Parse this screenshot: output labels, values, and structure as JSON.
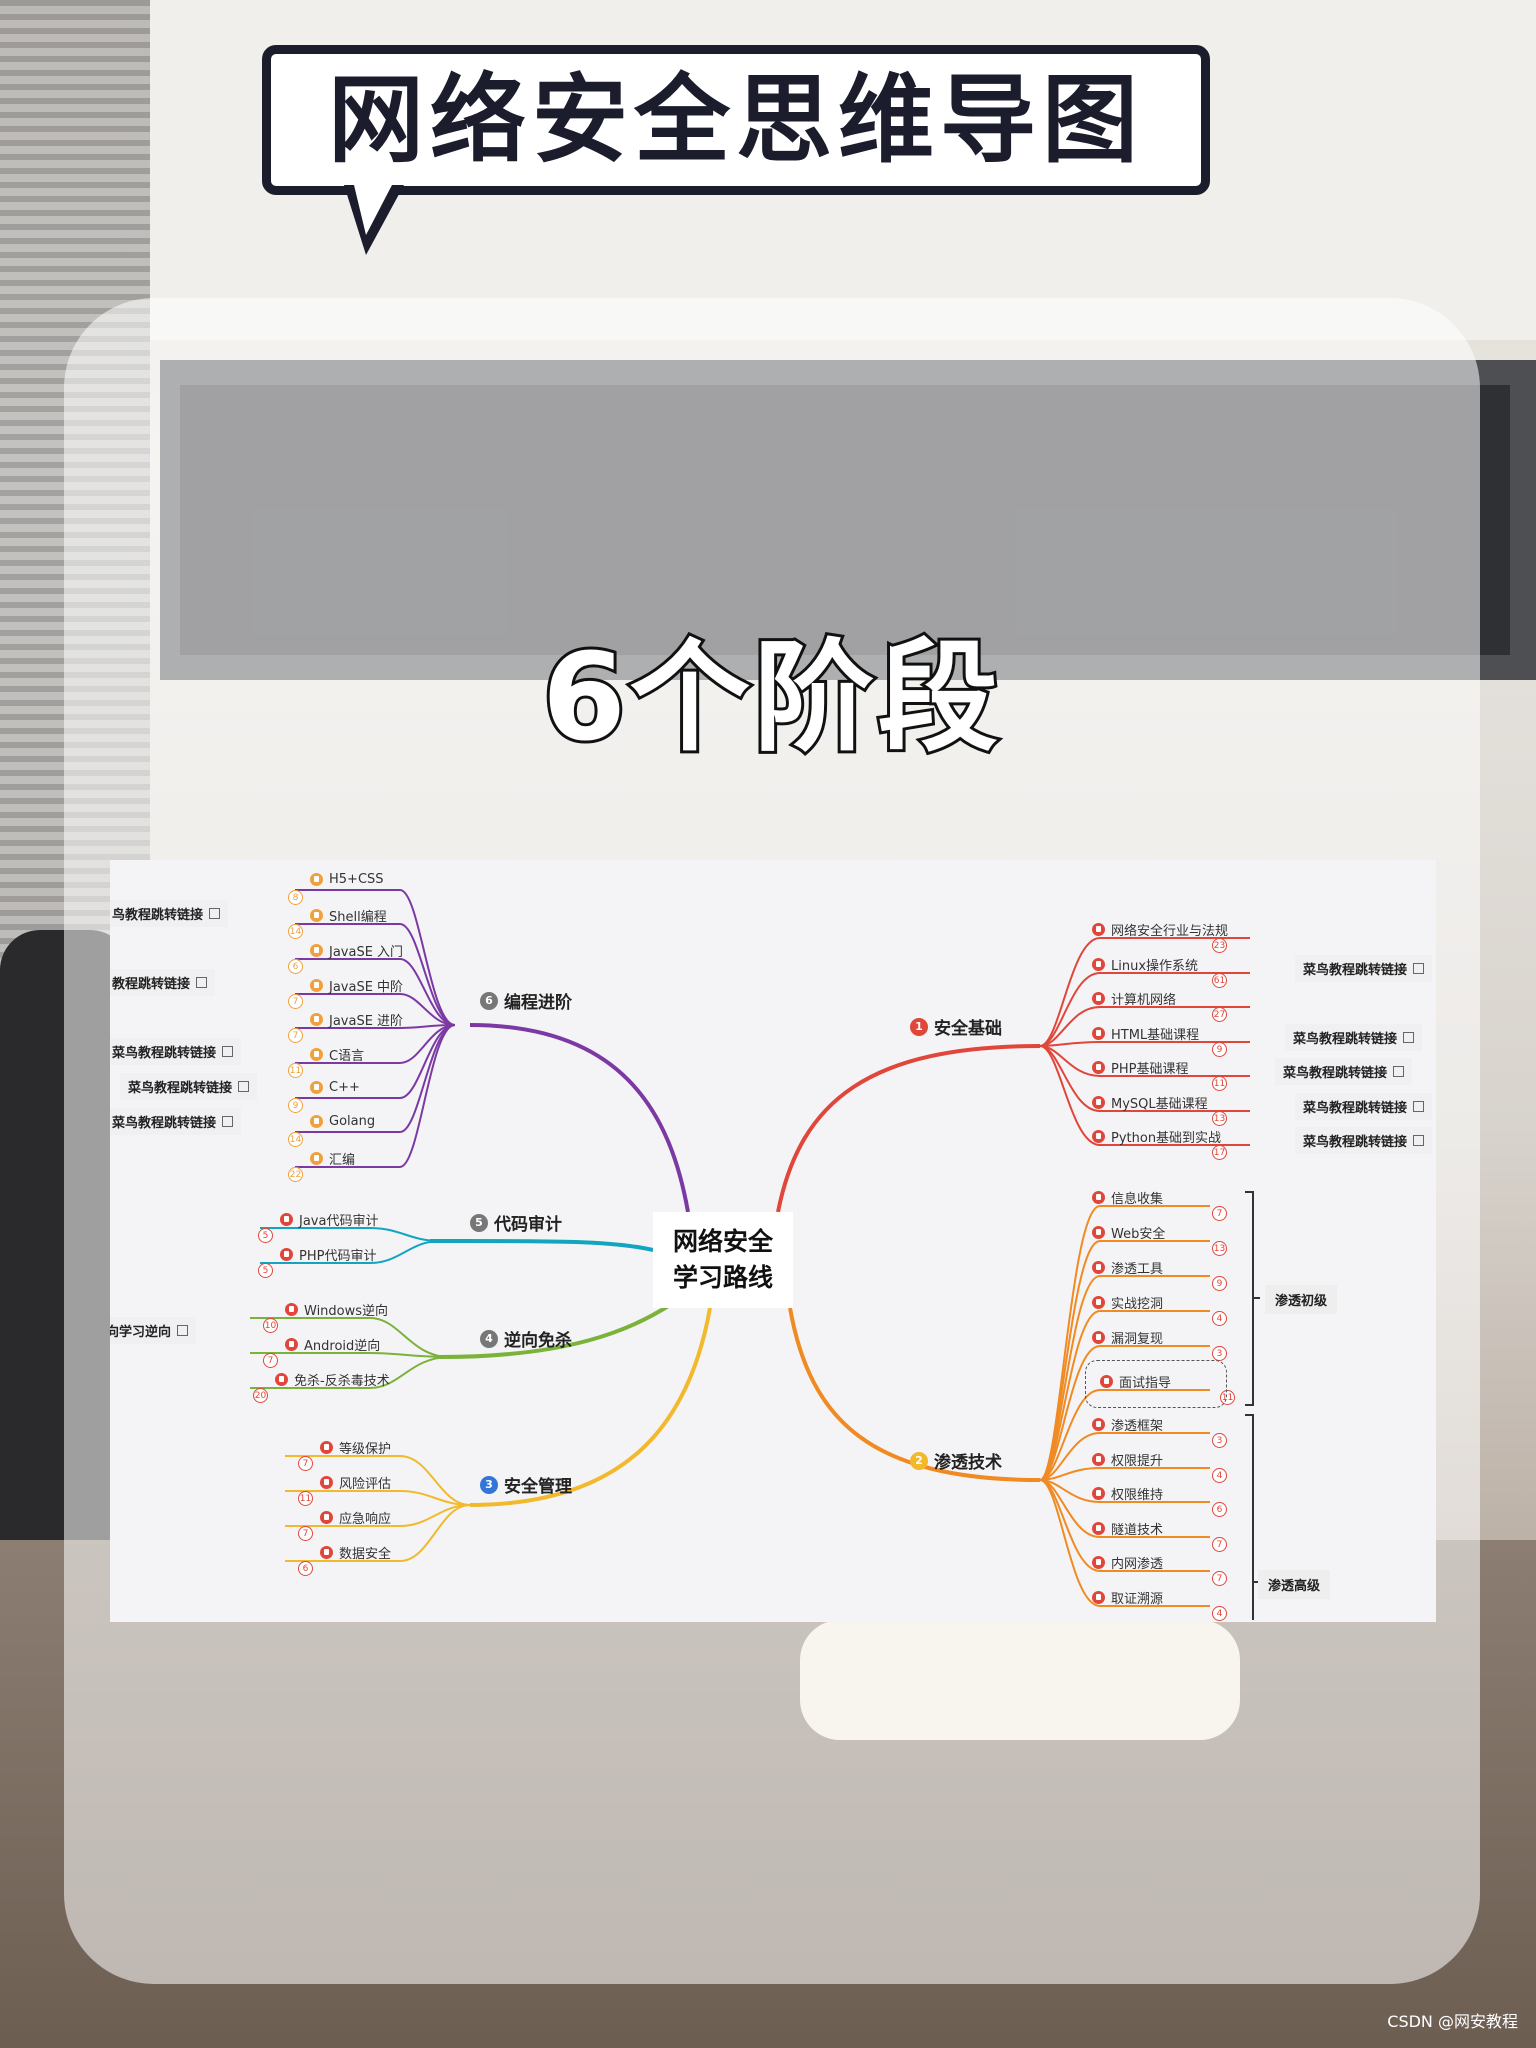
{
  "header": {
    "title": "网络安全思维导图"
  },
  "stage_title": "6个阶段",
  "watermark": "CSDN @网安教程",
  "colors": {
    "programming": "#7b3aa3",
    "code_audit": "#13a5c0",
    "reverse": "#7ab23a",
    "management": "#f2b92d",
    "penetration": "#f08a23",
    "basics": "#e0463a"
  },
  "mindmap": {
    "center": [
      "网络安全",
      "学习路线"
    ],
    "branches": {
      "programming": {
        "num": "6",
        "label": "编程进阶"
      },
      "code_audit": {
        "num": "5",
        "label": "代码审计"
      },
      "reverse": {
        "num": "4",
        "label": "逆向免杀"
      },
      "management": {
        "num": "3",
        "label": "安全管理"
      },
      "penetration": {
        "num": "2",
        "label": "渗透技术"
      },
      "basics": {
        "num": "1",
        "label": "安全基础"
      }
    },
    "programming_items": [
      {
        "label": "H5+CSS",
        "count": "8"
      },
      {
        "label": "Shell编程",
        "count": "14"
      },
      {
        "label": "JavaSE 入门",
        "count": "6"
      },
      {
        "label": "JavaSE 中阶",
        "count": "7"
      },
      {
        "label": "JavaSE 进阶",
        "count": "7"
      },
      {
        "label": "C语言",
        "count": "11"
      },
      {
        "label": "C++",
        "count": "9"
      },
      {
        "label": "Golang",
        "count": "14"
      },
      {
        "label": "汇编",
        "count": "22"
      }
    ],
    "programming_links": [
      "鸟教程跳转链接",
      "教程跳转链接",
      "菜鸟教程跳转链接",
      "菜鸟教程跳转链接",
      "菜鸟教程跳转链接"
    ],
    "code_audit_items": [
      {
        "label": "Java代码审计",
        "count": "5"
      },
      {
        "label": "PHP代码审计",
        "count": "5"
      }
    ],
    "reverse_items": [
      {
        "label": "Windows逆向",
        "count": "10"
      },
      {
        "label": "Android逆向",
        "count": "7"
      },
      {
        "label": "免杀-反杀毒技术",
        "count": "20"
      }
    ],
    "reverse_link": "向学习逆向",
    "management_items": [
      {
        "label": "等级保护",
        "count": "7"
      },
      {
        "label": "风险评估",
        "count": "11"
      },
      {
        "label": "应急响应",
        "count": "7"
      },
      {
        "label": "数据安全",
        "count": "6"
      }
    ],
    "basics_items": [
      {
        "label": "网络安全行业与法规",
        "count": "23"
      },
      {
        "label": "Linux操作系统",
        "count": "61"
      },
      {
        "label": "计算机网络",
        "count": "27"
      },
      {
        "label": "HTML基础课程",
        "count": "9"
      },
      {
        "label": "PHP基础课程",
        "count": "11"
      },
      {
        "label": "MySQL基础课程",
        "count": "13"
      },
      {
        "label": "Python基础到实战",
        "count": "17"
      }
    ],
    "basics_links": [
      "菜鸟教程跳转链接",
      "菜鸟教程跳转链接",
      "菜鸟教程跳转链接",
      "菜鸟教程跳转链接",
      "菜鸟教程跳转链接"
    ],
    "penetration_basic_items": [
      {
        "label": "信息收集",
        "count": "7"
      },
      {
        "label": "Web安全",
        "count": "13"
      },
      {
        "label": "渗透工具",
        "count": "9"
      },
      {
        "label": "实战挖洞",
        "count": "4"
      },
      {
        "label": "漏洞复现",
        "count": "3"
      },
      {
        "label": "面试指导",
        "count": "11"
      }
    ],
    "penetration_advanced_items": [
      {
        "label": "渗透框架",
        "count": "3"
      },
      {
        "label": "权限提升",
        "count": "4"
      },
      {
        "label": "权限维持",
        "count": "6"
      },
      {
        "label": "隧道技术",
        "count": "7"
      },
      {
        "label": "内网渗透",
        "count": "7"
      },
      {
        "label": "取证溯源",
        "count": "4"
      }
    ],
    "penetration_basic_tag": "渗透初级",
    "penetration_advanced_tag": "渗透高级"
  }
}
